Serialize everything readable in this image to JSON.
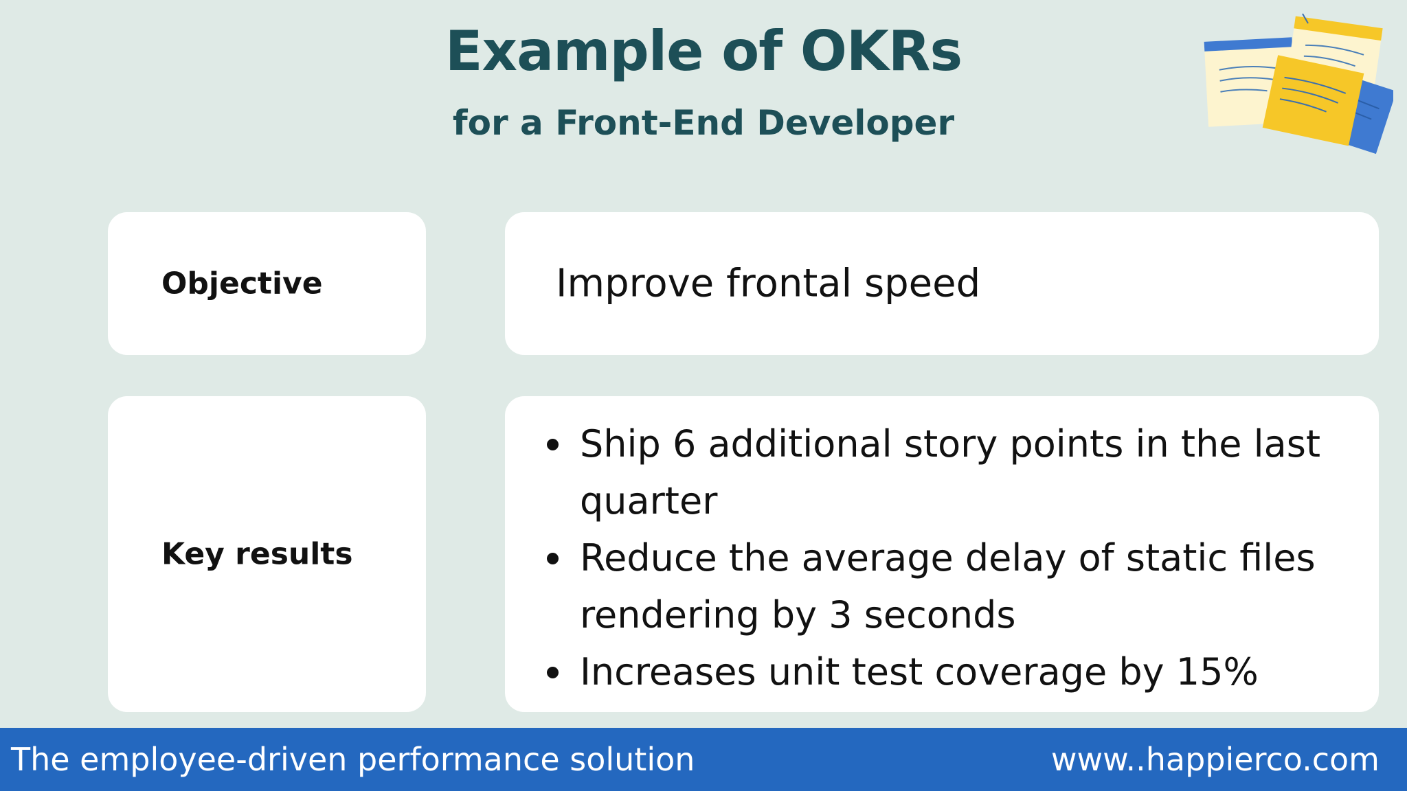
{
  "header": {
    "title": "Example of OKRs",
    "subtitle": "for a Front-End Developer",
    "decoration_icon": "sticky-notes-icon"
  },
  "colors": {
    "background": "#dfeae6",
    "heading": "#1d4f57",
    "card": "#ffffff",
    "text": "#111111",
    "footer_bar": "#2468bf",
    "note_yellow": "#f6c728",
    "note_cream": "#fdf4cf",
    "note_blue": "#3f7ad1"
  },
  "okr": {
    "objective_label": "Objective",
    "objective_value": "Improve frontal speed",
    "key_results_label": "Key results",
    "key_results": [
      {
        "line1": "Ship 6 additional story points in the last",
        "line2": "quarter"
      },
      {
        "line1": "Reduce the average delay of static files",
        "line2": "rendering by 3 seconds"
      },
      {
        "line1": "Increases unit test coverage by 15%",
        "line2": ""
      }
    ]
  },
  "footer": {
    "tagline": "The employee-driven performance solution",
    "website": "www..happierco.com"
  }
}
